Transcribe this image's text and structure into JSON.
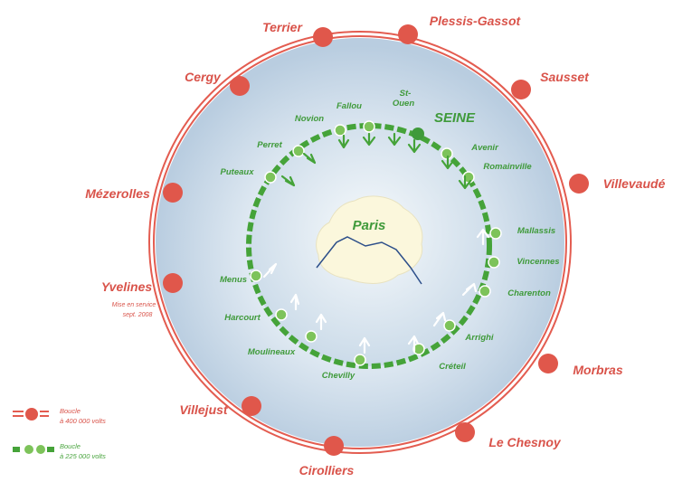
{
  "colors": {
    "outer_ring": "#e35c50",
    "outer_station": "#e0574b",
    "inner_ring": "#45a339",
    "inner_station": "#7dc35a",
    "paris_fill": "#fbf7dc",
    "background_center": "#f4f8fb",
    "background_edge": "#b9cde0"
  },
  "paris": {
    "label": "Paris"
  },
  "seine": {
    "label": "SEINE"
  },
  "outer_stations": [
    {
      "name": "Terrier"
    },
    {
      "name": "Plessis-Gassot"
    },
    {
      "name": "Sausset"
    },
    {
      "name": "Villevaudé"
    },
    {
      "name": "Morbras"
    },
    {
      "name": "Le Chesnoy"
    },
    {
      "name": "Cirolliers"
    },
    {
      "name": "Villejust"
    },
    {
      "name": "Yvelines"
    },
    {
      "name": "Mézerolles"
    },
    {
      "name": "Cergy"
    }
  ],
  "yvelines_note": {
    "line1": "Mise en service",
    "line2": "sept. 2008"
  },
  "inner_stations": [
    {
      "name": "St-Ouen"
    },
    {
      "name": "Fallou"
    },
    {
      "name": "Novion"
    },
    {
      "name": "Perret"
    },
    {
      "name": "Puteaux"
    },
    {
      "name": "Menus"
    },
    {
      "name": "Harcourt"
    },
    {
      "name": "Moulineaux"
    },
    {
      "name": "Chevilly"
    },
    {
      "name": "Créteil"
    },
    {
      "name": "Arrighi"
    },
    {
      "name": "Charenton"
    },
    {
      "name": "Vincennes"
    },
    {
      "name": "Mallassis"
    },
    {
      "name": "Romainville"
    },
    {
      "name": "Avenir"
    }
  ],
  "legend": {
    "red": {
      "line1": "Boucle",
      "line2": "à 400 000 volts"
    },
    "green": {
      "line1": "Boucle",
      "line2": "à 225 000 volts"
    }
  }
}
